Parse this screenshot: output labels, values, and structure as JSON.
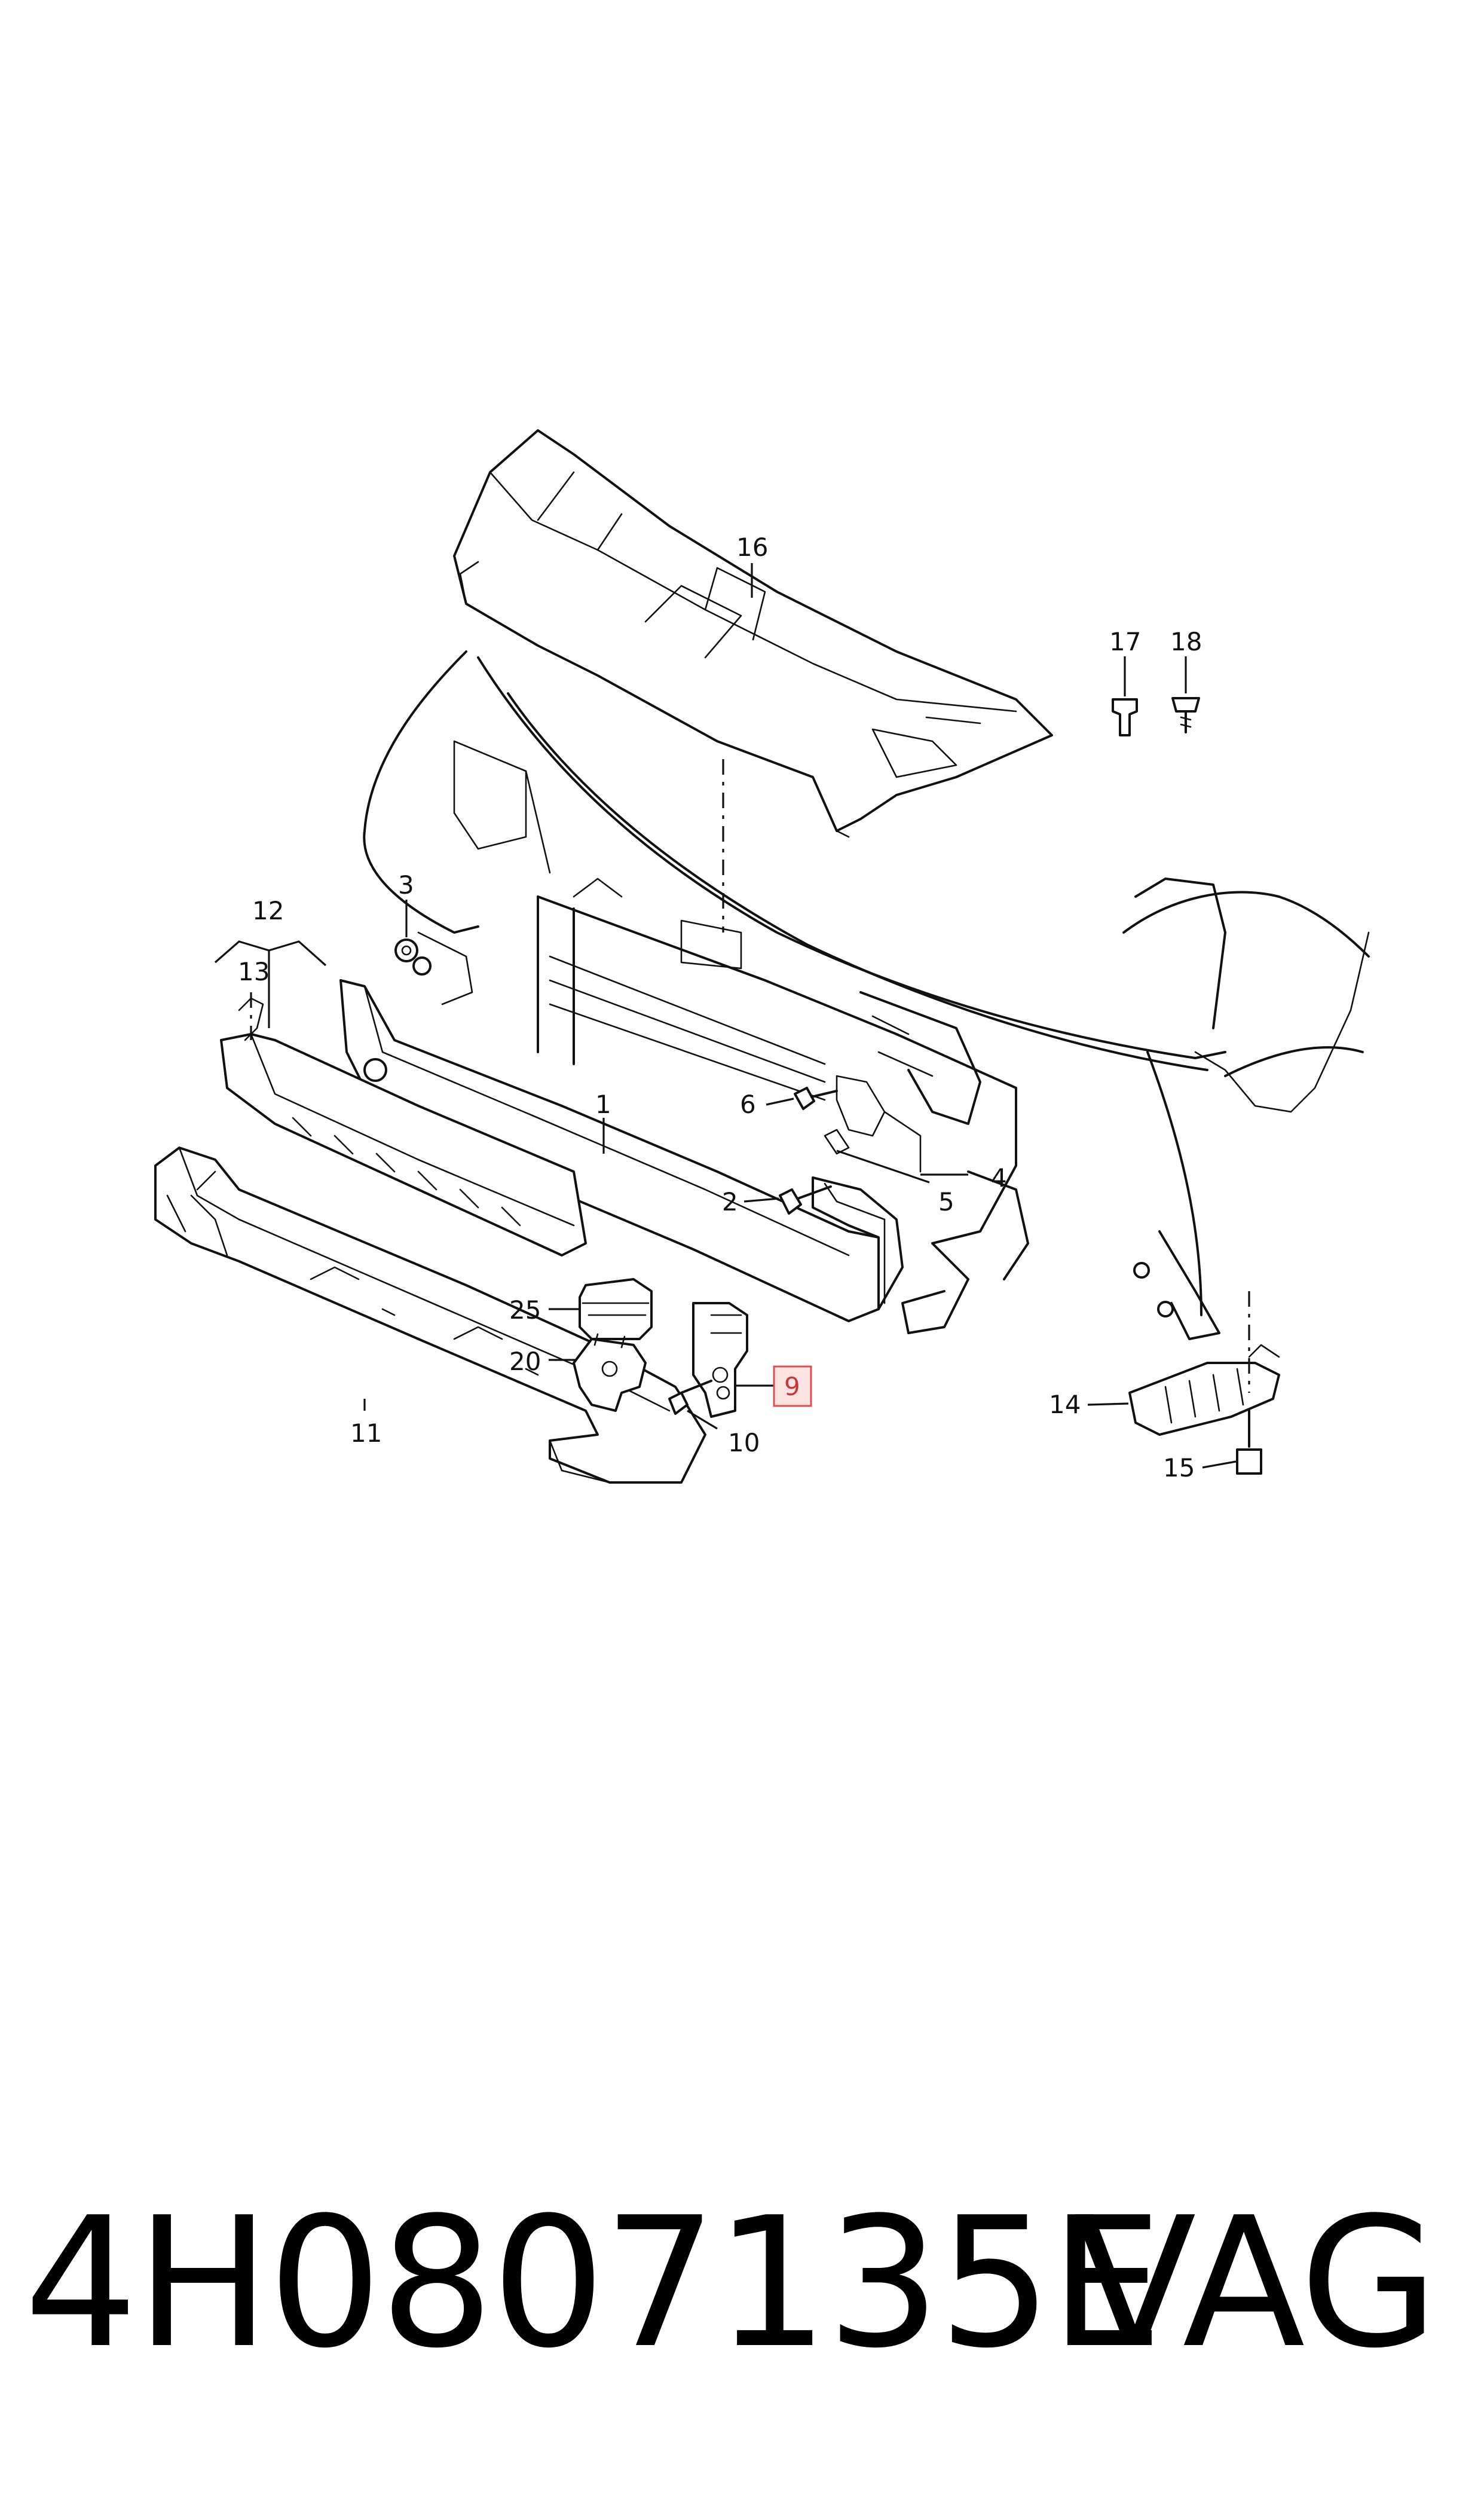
{
  "callouts": {
    "c1": "1",
    "c2": "2",
    "c3": "3",
    "c4": "4",
    "c5": "5",
    "c6": "6",
    "c9": "9",
    "c10": "10",
    "c11": "11",
    "c12": "12",
    "c13": "13",
    "c14": "14",
    "c15": "15",
    "c16": "16",
    "c17": "17",
    "c18": "18",
    "c20": "20",
    "c25": "25"
  },
  "highlighted_callout": "9",
  "footer": {
    "part_number": "4H0807135E",
    "brand": "VAG"
  },
  "colors": {
    "line": "#111111",
    "highlight_border": "#d94f4f",
    "highlight_fill": "#fde2e2"
  }
}
